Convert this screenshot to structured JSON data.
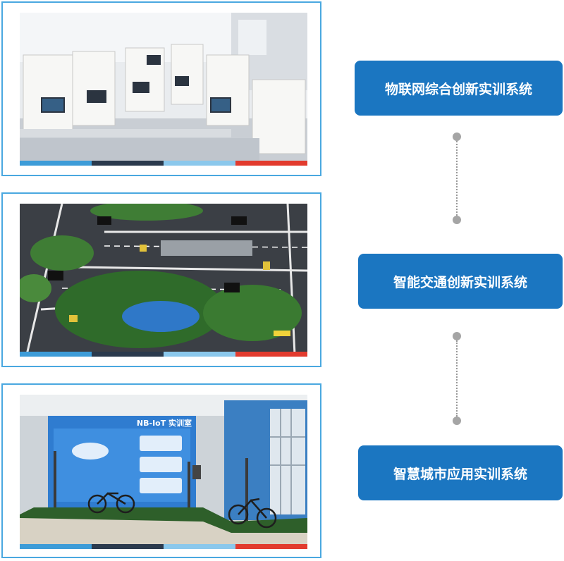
{
  "systems": [
    {
      "label": "物联网综合创新实训系统",
      "photo_icon": "iot-lab-photo"
    },
    {
      "label": "智能交通创新实训系统",
      "photo_icon": "smart-traffic-model-photo"
    },
    {
      "label": "智慧城市应用实训系统",
      "photo_icon": "smart-city-room-photo"
    }
  ],
  "wall_banner": "NB-IoT 实训室",
  "colors": {
    "accent": "#1b76c1",
    "frame": "#4aa8e0",
    "stripe": [
      "#3d9cd8",
      "#2b3a4d",
      "#8bc8ec",
      "#e23b2e"
    ],
    "connector": "#a5a5a5"
  }
}
